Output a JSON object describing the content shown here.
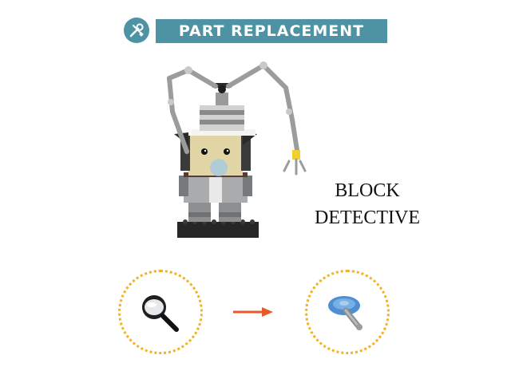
{
  "header": {
    "icon": "tools-icon",
    "title": "PART REPLACEMENT",
    "color": "#4d93a4"
  },
  "product": {
    "name_line1": "BLOCK",
    "name_line2": "DETECTIVE"
  },
  "replacement": {
    "from_part": "magnifying-glass-icon",
    "to_part": "suction-cup-icon",
    "arrow_color": "#e9572a",
    "circle_color": "#f3b21e"
  }
}
